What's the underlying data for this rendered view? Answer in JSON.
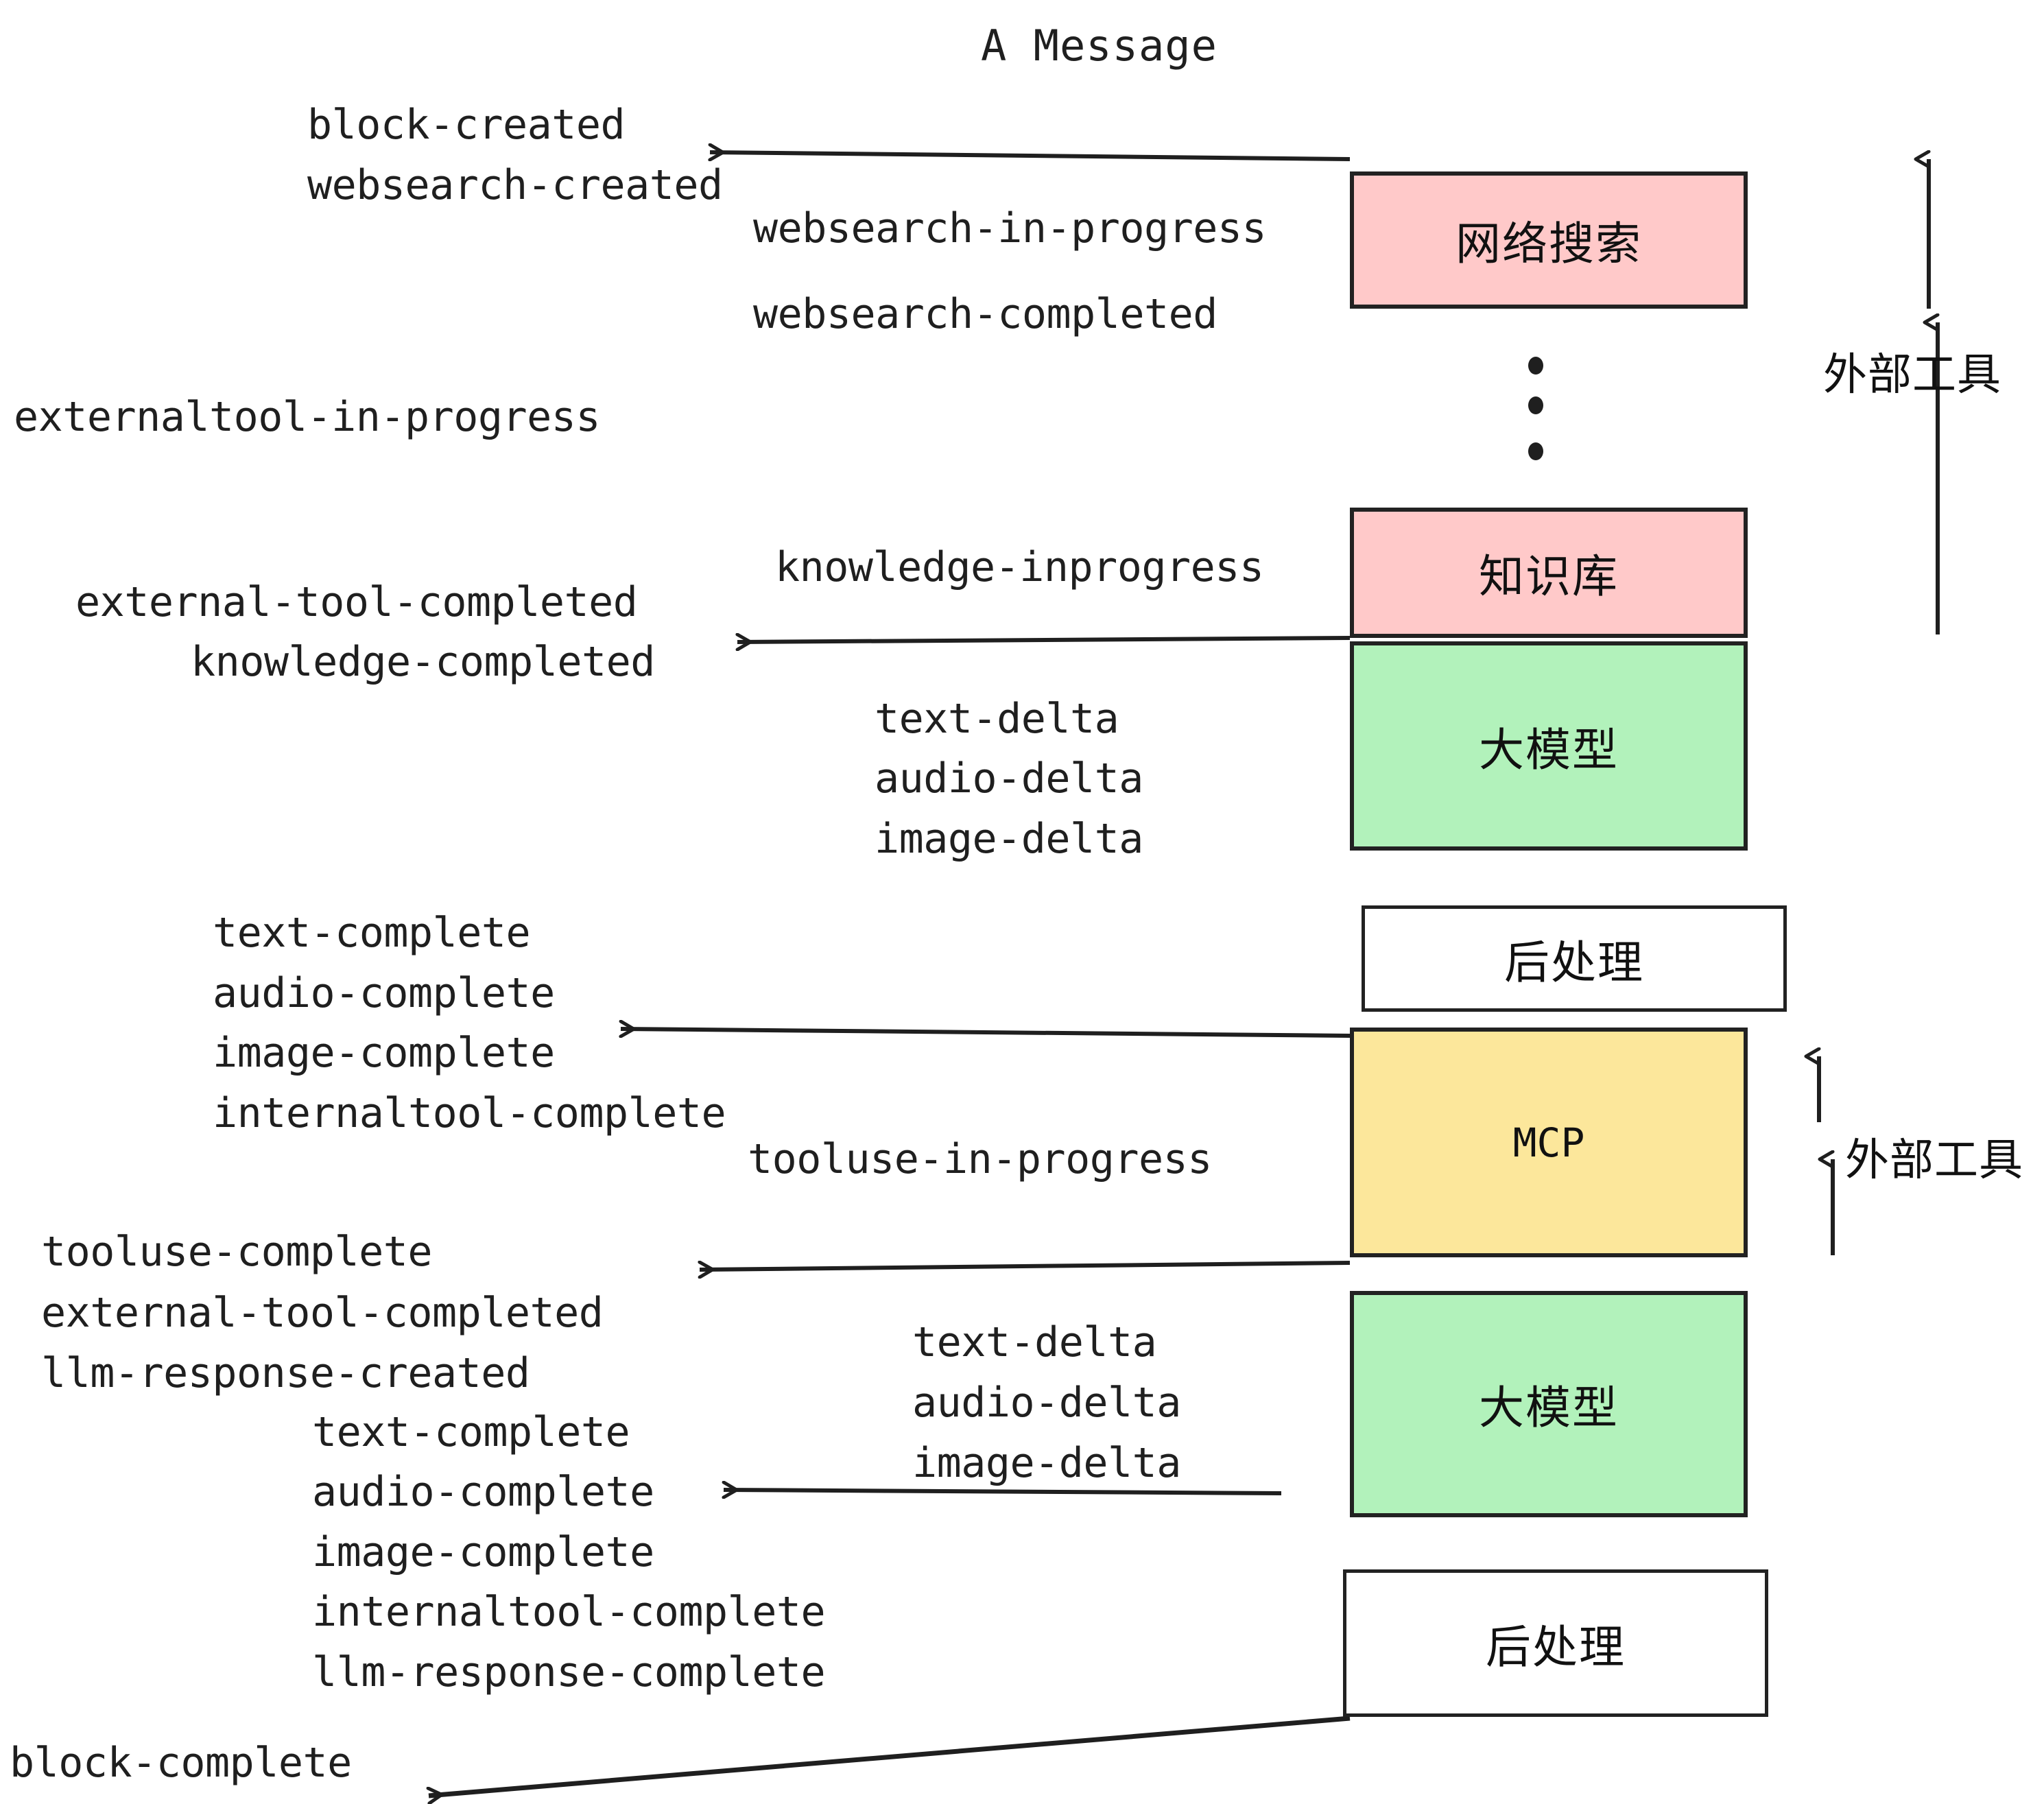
{
  "title": "A Message",
  "colors": {
    "pink": "#FFC9C9",
    "green": "#B2F2BB",
    "yellow": "#FCE79B",
    "white": "#FFFFFF",
    "stroke": "#222222",
    "text": "#1F1F1F"
  },
  "nodes": [
    {
      "id": "websearch",
      "label": "网络搜索",
      "fill": "#FFC9C9"
    },
    {
      "id": "knowledge",
      "label": "知识库",
      "fill": "#FFC9C9"
    },
    {
      "id": "llm-1",
      "label": "大模型",
      "fill": "#B2F2BB"
    },
    {
      "id": "postproc-1",
      "label": "后处理",
      "fill": "#FFFFFF"
    },
    {
      "id": "mcp",
      "label": "MCP",
      "fill": "#FCE79B"
    },
    {
      "id": "llm-2",
      "label": "大模型",
      "fill": "#B2F2BB"
    },
    {
      "id": "postproc-2",
      "label": "后处理",
      "fill": "#FFFFFF"
    }
  ],
  "group_labels": [
    {
      "id": "external-tools-top",
      "label": "外部工具"
    },
    {
      "id": "external-tools-bottom",
      "label": "外部工具"
    }
  ],
  "events": [
    {
      "id": "block-created",
      "text": "block-created"
    },
    {
      "id": "websearch-created",
      "text": "websearch-created"
    },
    {
      "id": "websearch-in-progress",
      "text": "websearch-in-progress"
    },
    {
      "id": "websearch-completed",
      "text": "websearch-completed"
    },
    {
      "id": "externaltool-in-progress",
      "text": "externaltool-in-progress"
    },
    {
      "id": "knowledge-inprogress",
      "text": "knowledge-inprogress"
    },
    {
      "id": "external-tool-completed-1",
      "text": "external-tool-completed"
    },
    {
      "id": "knowledge-completed",
      "text": "knowledge-completed"
    },
    {
      "id": "text-delta-1",
      "text": "text-delta"
    },
    {
      "id": "audio-delta-1",
      "text": "audio-delta"
    },
    {
      "id": "image-delta-1",
      "text": "image-delta"
    },
    {
      "id": "text-complete-1",
      "text": "text-complete"
    },
    {
      "id": "audio-complete-1",
      "text": "audio-complete"
    },
    {
      "id": "image-complete-1",
      "text": "image-complete"
    },
    {
      "id": "internaltool-complete-1",
      "text": "internaltool-complete"
    },
    {
      "id": "tooluse-in-progress",
      "text": "tooluse-in-progress"
    },
    {
      "id": "tooluse-complete",
      "text": "tooluse-complete"
    },
    {
      "id": "external-tool-completed-2",
      "text": "external-tool-completed"
    },
    {
      "id": "llm-response-created",
      "text": "llm-response-created"
    },
    {
      "id": "text-delta-2",
      "text": "text-delta"
    },
    {
      "id": "audio-delta-2",
      "text": "audio-delta"
    },
    {
      "id": "image-delta-2",
      "text": "image-delta"
    },
    {
      "id": "text-complete-2",
      "text": "text-complete"
    },
    {
      "id": "audio-complete-2",
      "text": "audio-complete"
    },
    {
      "id": "image-complete-2",
      "text": "image-complete"
    },
    {
      "id": "internaltool-complete-2",
      "text": "internaltool-complete"
    },
    {
      "id": "llm-response-complete",
      "text": "llm-response-complete"
    },
    {
      "id": "block-complete",
      "text": "block-complete"
    }
  ],
  "ellipsis": {
    "id": "vertical-ellipsis",
    "dots": 3
  }
}
